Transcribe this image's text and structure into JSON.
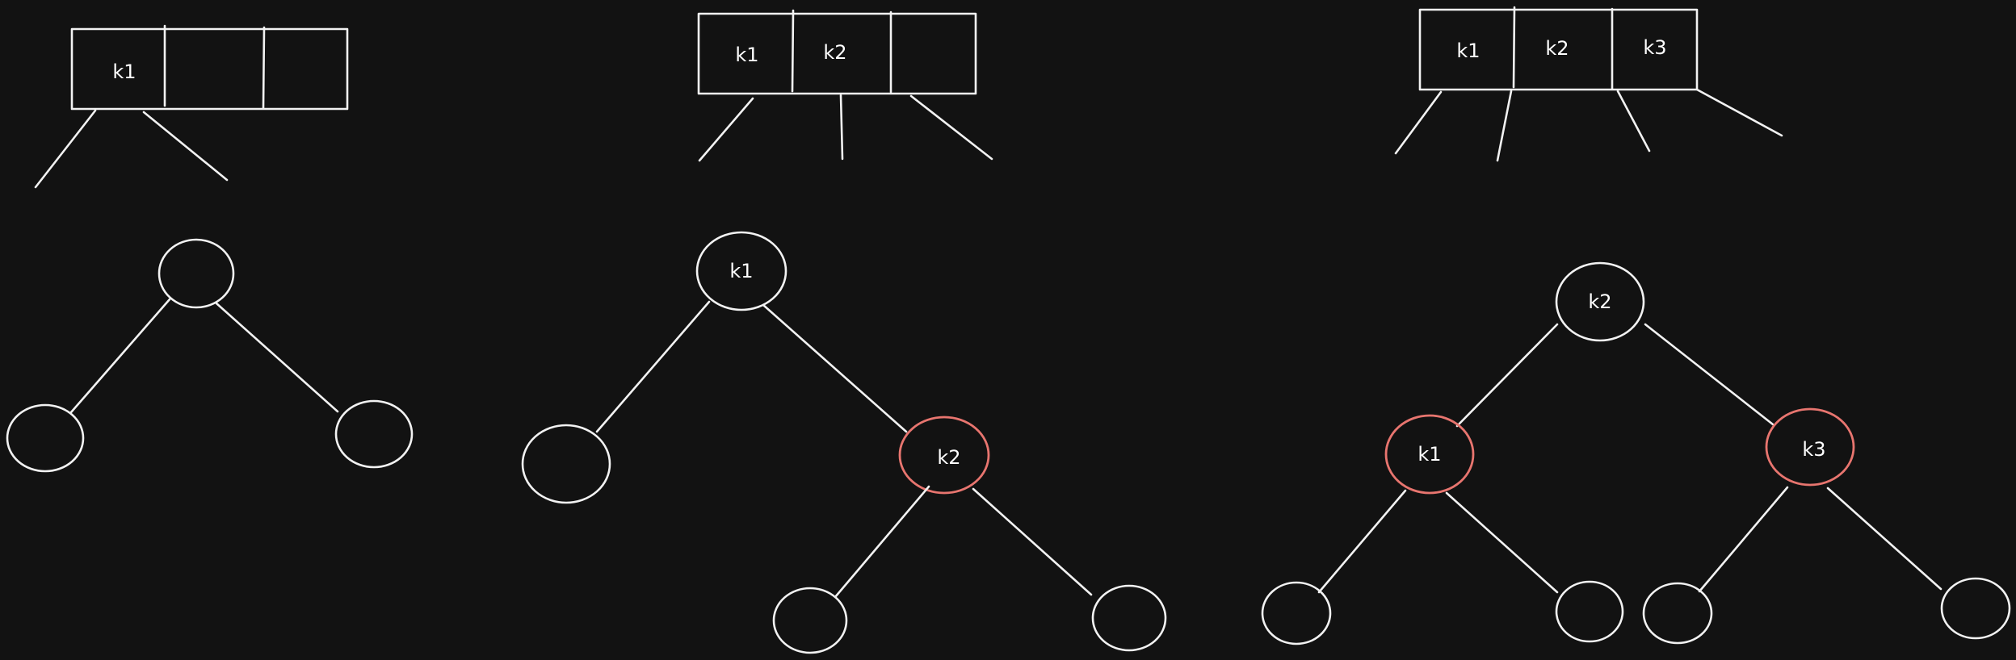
{
  "nodes": {
    "btree_1": {
      "keys": [
        "k1",
        "",
        ""
      ]
    },
    "btree_2": {
      "keys": [
        "k1",
        "k2",
        ""
      ]
    },
    "btree_3": {
      "keys": [
        "k1",
        "k2",
        "k3"
      ]
    },
    "rb_1_root": "",
    "rb_2_root": "k1",
    "rb_2_right": "k2",
    "rb_3_root": "k2",
    "rb_3_left": "k1",
    "rb_3_right": "k3"
  },
  "colors": {
    "background": "#121212",
    "black_node": "#f2f2f2",
    "red_node": "#e8756f"
  }
}
